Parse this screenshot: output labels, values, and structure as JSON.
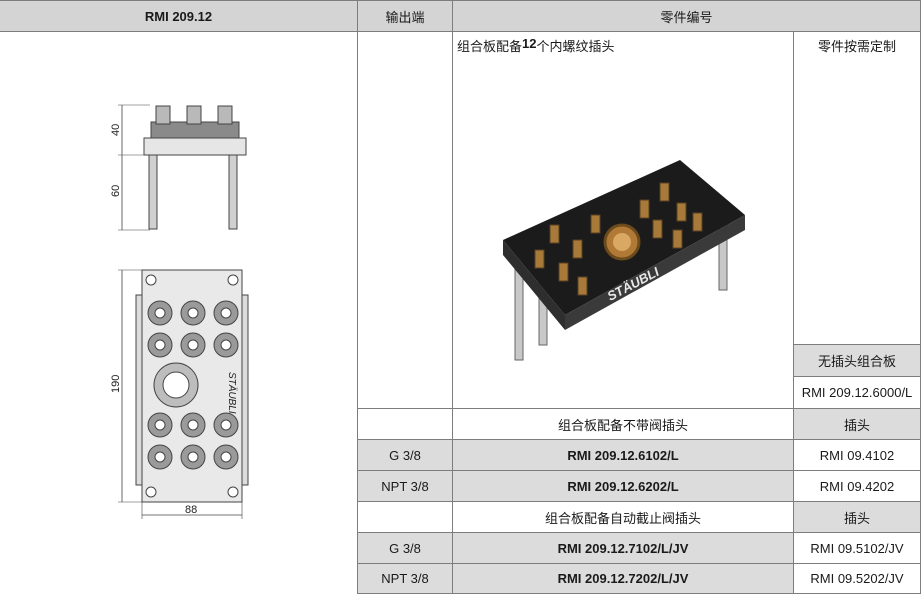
{
  "header": {
    "model": "RMI 209.12",
    "outlet": "输出端",
    "part_number": "零件编号"
  },
  "drawing": {
    "dim_top_height": "40",
    "dim_pin_height": "60",
    "dim_plate_height": "190",
    "dim_plate_width": "88",
    "logo_text": "STÄUBLI"
  },
  "section_board": {
    "title_prefix": "组合板配备",
    "title_count": "12",
    "title_suffix": "个内螺纹插头",
    "custom_label": "零件按需定制",
    "board_no_plug_label": "无插头组合板",
    "board_no_plug_part": "RMI 209.12.6000/L",
    "photo_logo_text": "STÄUBLI"
  },
  "section_no_valve": {
    "title": "组合板配备不带阀插头",
    "plug_label": "插头",
    "rows": [
      {
        "outlet": "G 3/8",
        "part": "RMI 209.12.6102/L",
        "plug": "RMI 09.4102"
      },
      {
        "outlet": "NPT 3/8",
        "part": "RMI 209.12.6202/L",
        "plug": "RMI 09.4202"
      }
    ]
  },
  "section_auto_valve": {
    "title": "组合板配备自动截止阀插头",
    "plug_label": "插头",
    "rows": [
      {
        "outlet": "G 3/8",
        "part": "RMI 209.12.7102/L/JV",
        "plug": "RMI 09.5102/JV"
      },
      {
        "outlet": "NPT 3/8",
        "part": "RMI 209.12.7202/L/JV",
        "plug": "RMI 09.5202/JV"
      }
    ]
  }
}
